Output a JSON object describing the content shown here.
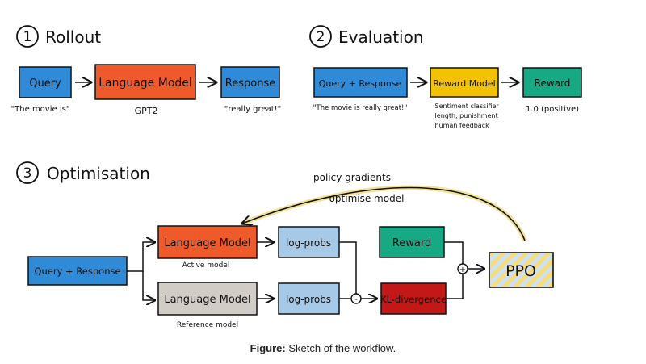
{
  "section1": {
    "number": "1",
    "title": "Rollout",
    "query_box": "Query",
    "query_caption": "\"The movie is\"",
    "lm_box": "Language Model",
    "lm_caption": "GPT2",
    "response_box": "Response",
    "response_caption": "\"really great!\""
  },
  "section2": {
    "number": "2",
    "title": "Evaluation",
    "qr_box": "Query + Response",
    "qr_caption": "\"The movie is really great!\"",
    "reward_model_box": "Reward Model",
    "reward_model_notes": [
      "·Sentiment classifier",
      "·length, punishment",
      "·human feedback"
    ],
    "reward_box": "Reward",
    "reward_caption": "1.0 (positive)"
  },
  "section3": {
    "number": "3",
    "title": "Optimisation",
    "qr_box": "Query + Response",
    "active_lm_box": "Language Model",
    "active_caption": "Active model",
    "ref_lm_box": "Language Model",
    "ref_caption": "Reference model",
    "logprobs_top": "log-probs",
    "logprobs_bottom": "log-probs",
    "reward_box": "Reward",
    "kl_box": "KL-divergence",
    "ppo_box": "PPO",
    "minus_symbol": "-",
    "plus_symbol": "+",
    "feedback_label_1": "policy gradients",
    "feedback_label_2": "optimise model"
  },
  "caption": {
    "bold": "Figure:",
    "text": " Sketch of the workflow."
  },
  "colors": {
    "blue": "#2f8ad8",
    "orange": "#ef5a2a",
    "yellow": "#f2c200",
    "green": "#17a884",
    "gray": "#d1ccc5",
    "lightblue": "#a7c9e8",
    "red": "#c21818",
    "ppo_stripe_a": "#f7dc7a",
    "ppo_stripe_b": "#cfe0f1",
    "arrow_glow": "#f3e39a"
  }
}
